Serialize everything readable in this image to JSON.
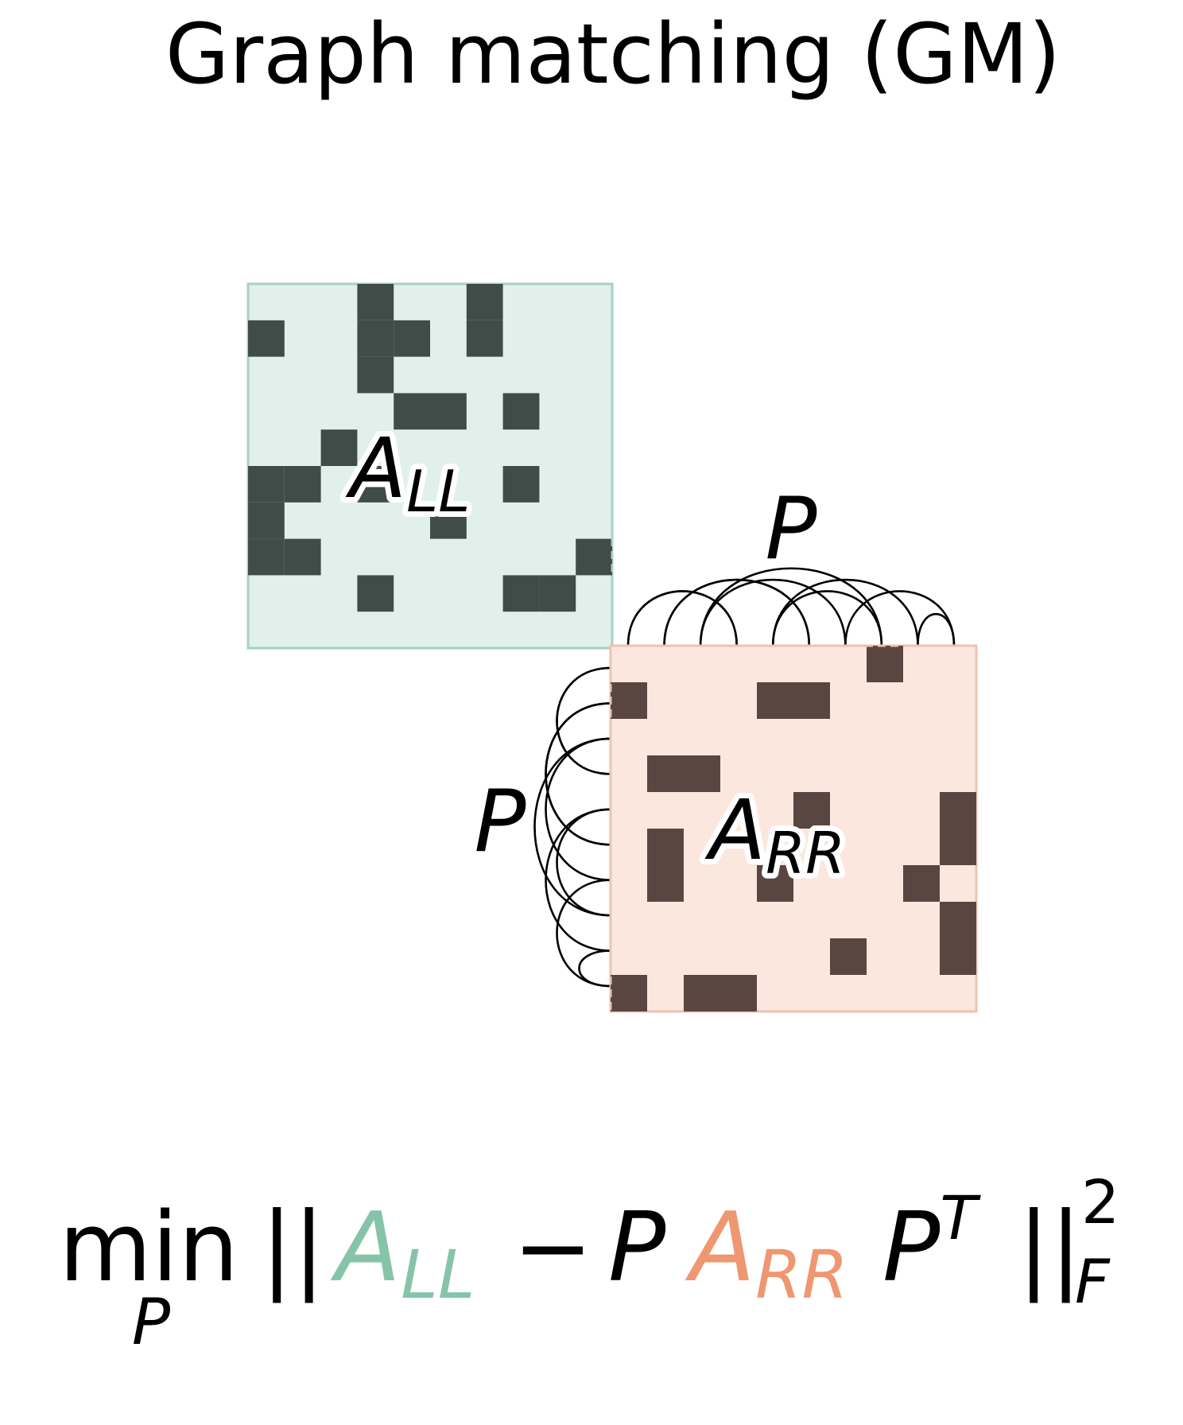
{
  "title": "Graph matching (GM)",
  "colors": {
    "ll_fill": "#e1f0ea",
    "ll_edge": "#a8d1c2",
    "ll_cell": "#3f4c47",
    "rr_fill": "#fbe7de",
    "rr_edge": "#f0c2ad",
    "rr_cell": "#5a4640",
    "ll_accent": "#86c4aa",
    "rr_accent": "#ee9771",
    "arc": "#000000"
  },
  "matrix_ll": {
    "label_main": "A",
    "label_sub": "LL",
    "size": 10,
    "cells": [
      [
        0,
        3
      ],
      [
        0,
        6
      ],
      [
        1,
        0
      ],
      [
        1,
        3
      ],
      [
        1,
        4
      ],
      [
        1,
        6
      ],
      [
        2,
        3
      ],
      [
        3,
        4
      ],
      [
        3,
        5
      ],
      [
        3,
        7
      ],
      [
        4,
        2
      ],
      [
        5,
        0
      ],
      [
        5,
        1
      ],
      [
        5,
        3
      ],
      [
        5,
        7
      ],
      [
        6,
        0
      ],
      [
        6,
        5
      ],
      [
        7,
        0
      ],
      [
        7,
        1
      ],
      [
        7,
        9
      ],
      [
        8,
        3
      ],
      [
        8,
        7
      ],
      [
        8,
        8
      ]
    ]
  },
  "matrix_rr": {
    "label_main": "A",
    "label_sub": "RR",
    "size": 10,
    "cells": [
      [
        0,
        7
      ],
      [
        1,
        0
      ],
      [
        1,
        4
      ],
      [
        1,
        5
      ],
      [
        3,
        1
      ],
      [
        3,
        2
      ],
      [
        4,
        5
      ],
      [
        4,
        9
      ],
      [
        5,
        1
      ],
      [
        5,
        9
      ],
      [
        6,
        1
      ],
      [
        6,
        4
      ],
      [
        6,
        8
      ],
      [
        7,
        9
      ],
      [
        8,
        6
      ],
      [
        8,
        9
      ],
      [
        9,
        0
      ],
      [
        9,
        2
      ],
      [
        9,
        3
      ]
    ]
  },
  "perm_top_label": "P",
  "perm_left_label": "P",
  "perm_arcs": [
    [
      0,
      3
    ],
    [
      1,
      5
    ],
    [
      2,
      6
    ],
    [
      3,
      0
    ],
    [
      4,
      7
    ],
    [
      5,
      1
    ],
    [
      6,
      9
    ],
    [
      7,
      2
    ],
    [
      8,
      4
    ],
    [
      9,
      8
    ]
  ],
  "formula": {
    "min": "min",
    "min_sub": "P",
    "norm_open": "||",
    "a_ll_main": "A",
    "a_ll_sub": "LL",
    "minus": "−",
    "p1": "P",
    "a_rr_main": "A",
    "a_rr_sub": "RR",
    "p2": "P",
    "p2_sup": "T",
    "norm_close": "||",
    "norm_sup": "2",
    "norm_sub": "F"
  }
}
